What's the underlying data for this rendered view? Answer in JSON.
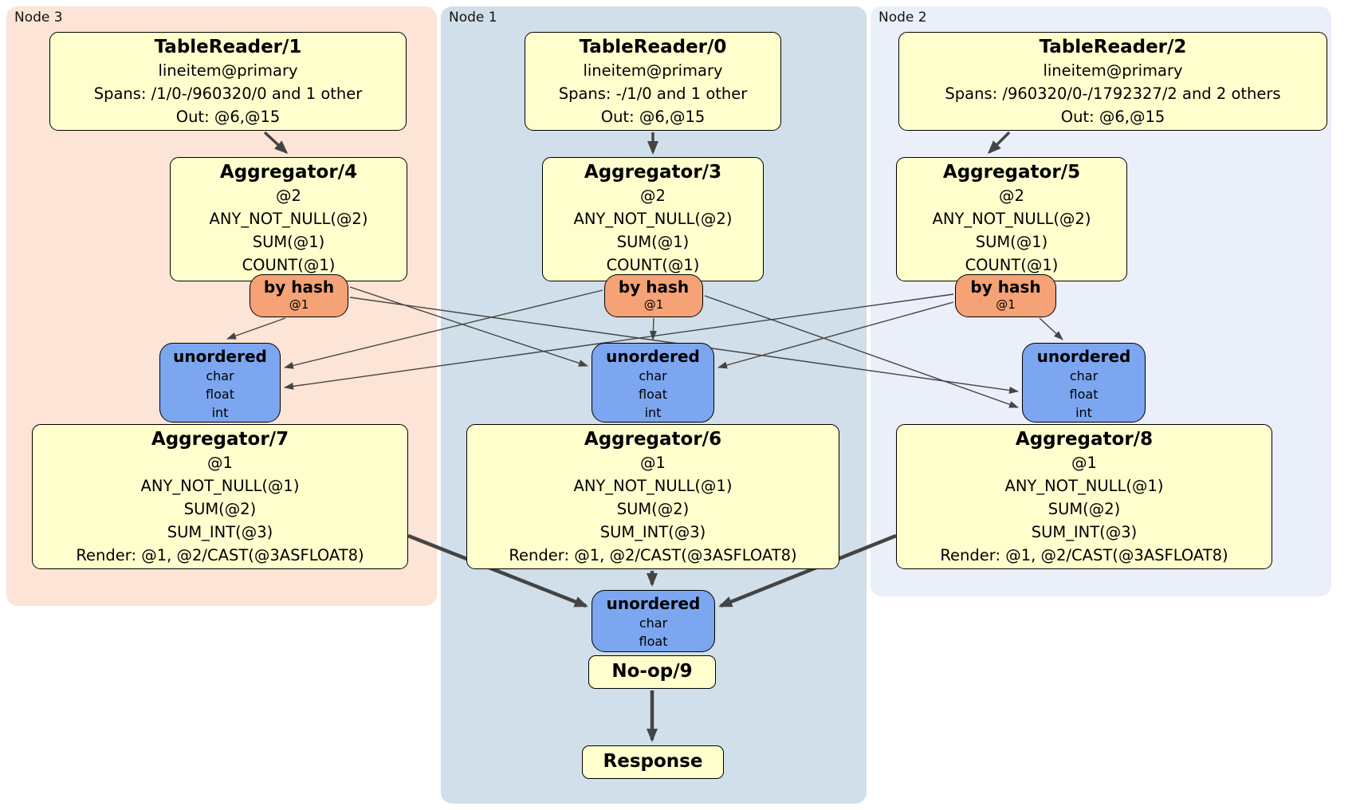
{
  "colors": {
    "node3_bg": "#fce4d6",
    "node1_bg": "#d0dfe9",
    "node2_bg": "#eaeffa",
    "processor_box_bg": "#ffffce",
    "router_bg": "#f4a276",
    "sync_bg": "#7ca6ef",
    "edge": "#444444"
  },
  "node3": {
    "label": "Node 3",
    "reader": {
      "title": "TableReader/1",
      "index": "lineitem@primary",
      "spans": "Spans: /1/0-/960320/0 and 1 other",
      "out": "Out: @6,@15"
    },
    "agg_top": {
      "title": "Aggregator/4",
      "group": "@2",
      "fn1": "ANY_NOT_NULL(@2)",
      "fn2": "SUM(@1)",
      "fn3": "COUNT(@1)"
    },
    "router": {
      "title": "by hash",
      "col": "@1"
    },
    "sync": {
      "title": "unordered",
      "t1": "char",
      "t2": "float",
      "t3": "int"
    },
    "agg_bottom": {
      "title": "Aggregator/7",
      "group": "@1",
      "fn1": "ANY_NOT_NULL(@1)",
      "fn2": "SUM(@2)",
      "fn3": "SUM_INT(@3)",
      "render": "Render: @1, @2/CAST(@3ASFLOAT8)"
    }
  },
  "node1": {
    "label": "Node 1",
    "reader": {
      "title": "TableReader/0",
      "index": "lineitem@primary",
      "spans": "Spans: -/1/0 and 1 other",
      "out": "Out: @6,@15"
    },
    "agg_top": {
      "title": "Aggregator/3",
      "group": "@2",
      "fn1": "ANY_NOT_NULL(@2)",
      "fn2": "SUM(@1)",
      "fn3": "COUNT(@1)"
    },
    "router": {
      "title": "by hash",
      "col": "@1"
    },
    "sync": {
      "title": "unordered",
      "t1": "char",
      "t2": "float",
      "t3": "int"
    },
    "agg_bottom": {
      "title": "Aggregator/6",
      "group": "@1",
      "fn1": "ANY_NOT_NULL(@1)",
      "fn2": "SUM(@2)",
      "fn3": "SUM_INT(@3)",
      "render": "Render: @1, @2/CAST(@3ASFLOAT8)"
    }
  },
  "node2": {
    "label": "Node 2",
    "reader": {
      "title": "TableReader/2",
      "index": "lineitem@primary",
      "spans": "Spans: /960320/0-/1792327/2 and 2 others",
      "out": "Out: @6,@15"
    },
    "agg_top": {
      "title": "Aggregator/5",
      "group": "@2",
      "fn1": "ANY_NOT_NULL(@2)",
      "fn2": "SUM(@1)",
      "fn3": "COUNT(@1)"
    },
    "router": {
      "title": "by hash",
      "col": "@1"
    },
    "sync": {
      "title": "unordered",
      "t1": "char",
      "t2": "float",
      "t3": "int"
    },
    "agg_bottom": {
      "title": "Aggregator/8",
      "group": "@1",
      "fn1": "ANY_NOT_NULL(@1)",
      "fn2": "SUM(@2)",
      "fn3": "SUM_INT(@3)",
      "render": "Render: @1, @2/CAST(@3ASFLOAT8)"
    }
  },
  "final": {
    "sync": {
      "title": "unordered",
      "t1": "char",
      "t2": "float"
    },
    "noop_title": "No-op/9",
    "response_title": "Response"
  }
}
